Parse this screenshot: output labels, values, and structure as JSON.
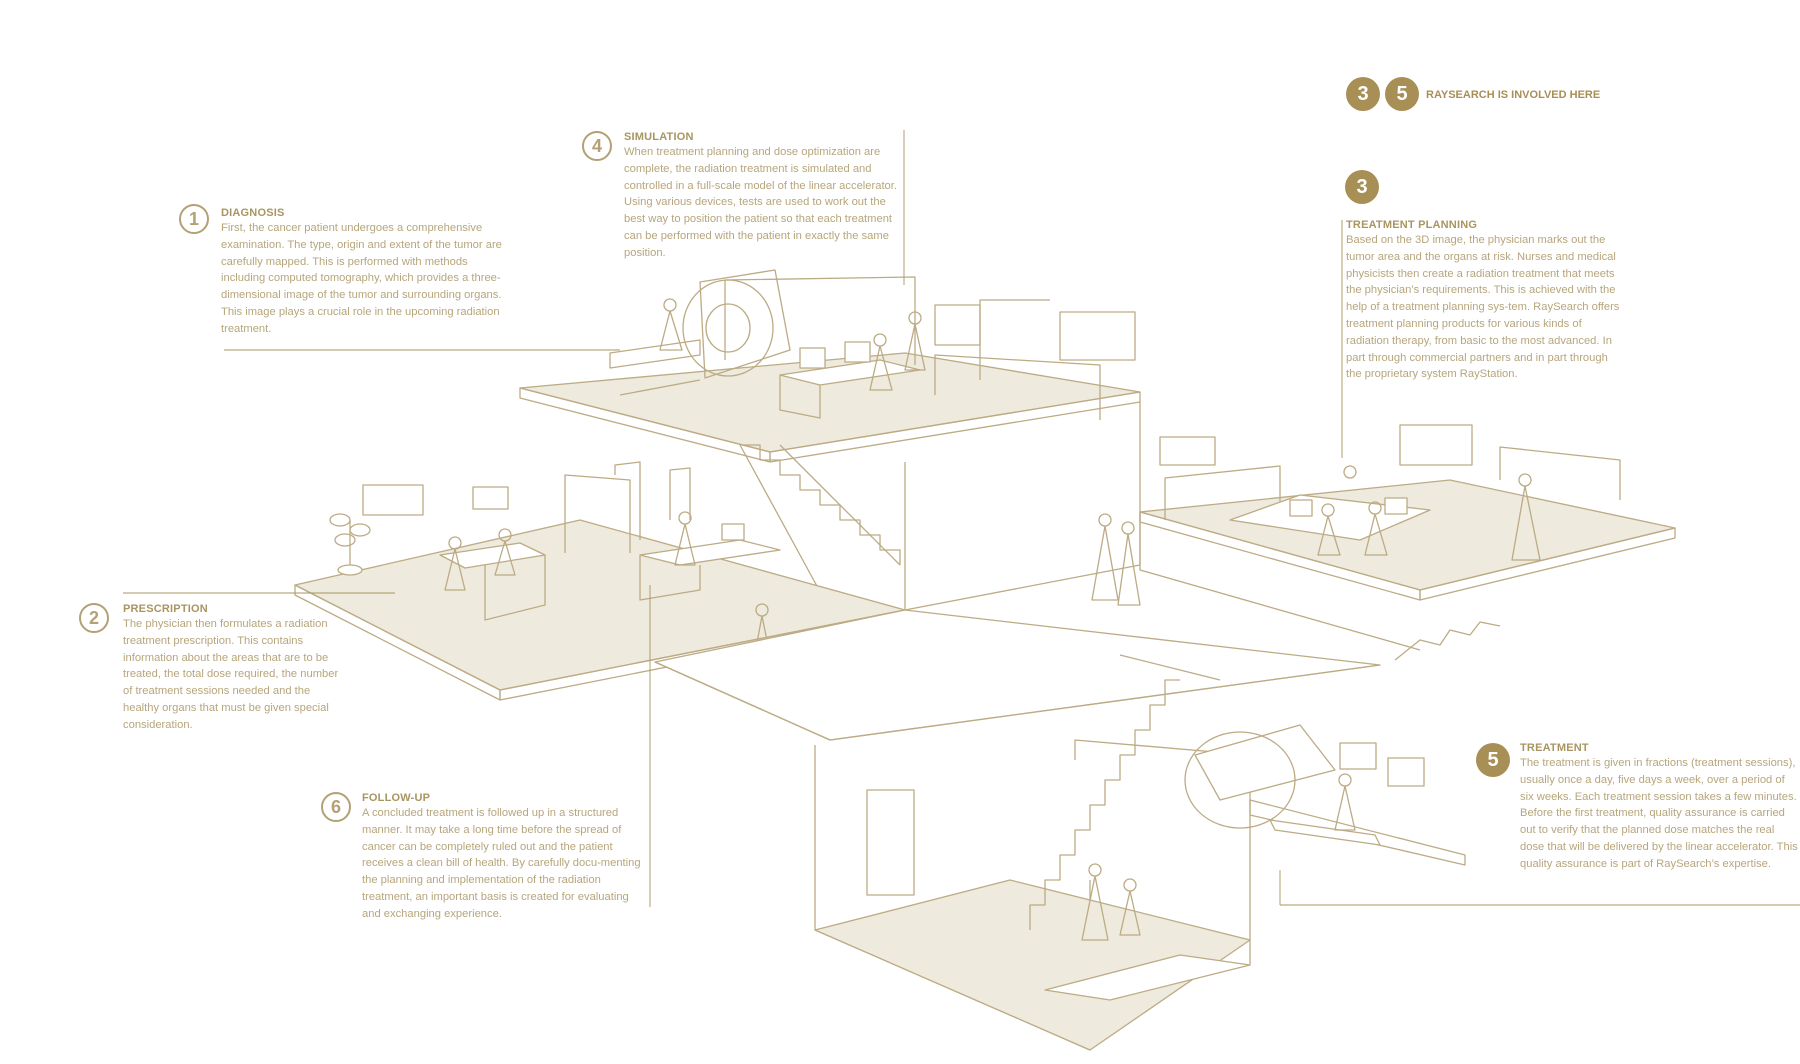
{
  "colors": {
    "line": "#bcab84",
    "floor": "#eeeadd",
    "accent": "#a88f55",
    "text": "#b7a67c"
  },
  "legend": {
    "badges": [
      "3",
      "5"
    ],
    "label": "RAYSEARCH IS INVOLVED HERE"
  },
  "steps": [
    {
      "number": "1",
      "title": "DIAGNOSIS",
      "text": "First, the cancer patient undergoes a comprehensive examination. The type, origin and extent of the tumor are carefully mapped. This is performed with methods including computed tomography, which provides a three-dimensional image of the tumor and surrounding organs. This image plays a crucial role in the upcoming radiation treatment."
    },
    {
      "number": "2",
      "title": "PRESCRIPTION",
      "text": "The physician then formulates a radiation treatment prescription. This contains information about the areas that are to be treated, the total dose required, the number of treatment sessions needed and the healthy organs that must be given special consideration."
    },
    {
      "number": "3",
      "title": "TREATMENT PLANNING",
      "text": "Based on the 3D image, the physician marks out the tumor area and the organs at risk. Nurses and medical physicists then create a radiation treatment that meets the physician’s requirements. This is achieved with the help of a treatment planning sys-tem. RaySearch offers treatment planning products for various kinds of radiation therapy, from basic to the most advanced. In part through commercial partners and in part through the proprietary system RayStation."
    },
    {
      "number": "4",
      "title": "SIMULATION",
      "text": "When treatment planning and dose optimization are complete, the radiation treatment is simulated and controlled in a full-scale model of the linear accelerator. Using various devices, tests are used to work out the best way to position the patient so that each treatment can be performed with the patient in exactly the same position."
    },
    {
      "number": "5",
      "title": "TREATMENT",
      "text": "The treatment is given in fractions (treatment sessions), usually once a day, five days a week, over a period of six weeks. Each treatment session takes a few minutes. Before the first treatment, quality assurance is carried out to verify that the planned dose matches the real dose that will be delivered by the linear accelerator. This quality assurance is part of RaySearch’s expertise."
    },
    {
      "number": "6",
      "title": "FOLLOW-UP",
      "text": "A concluded treatment is followed up in a structured manner. It may take a long time before the spread of cancer can be completely ruled out and the patient receives a clean bill of health. By carefully docu-menting the planning and implementation of the radiation treatment, an important basis is created for evaluating and exchanging experience."
    }
  ]
}
